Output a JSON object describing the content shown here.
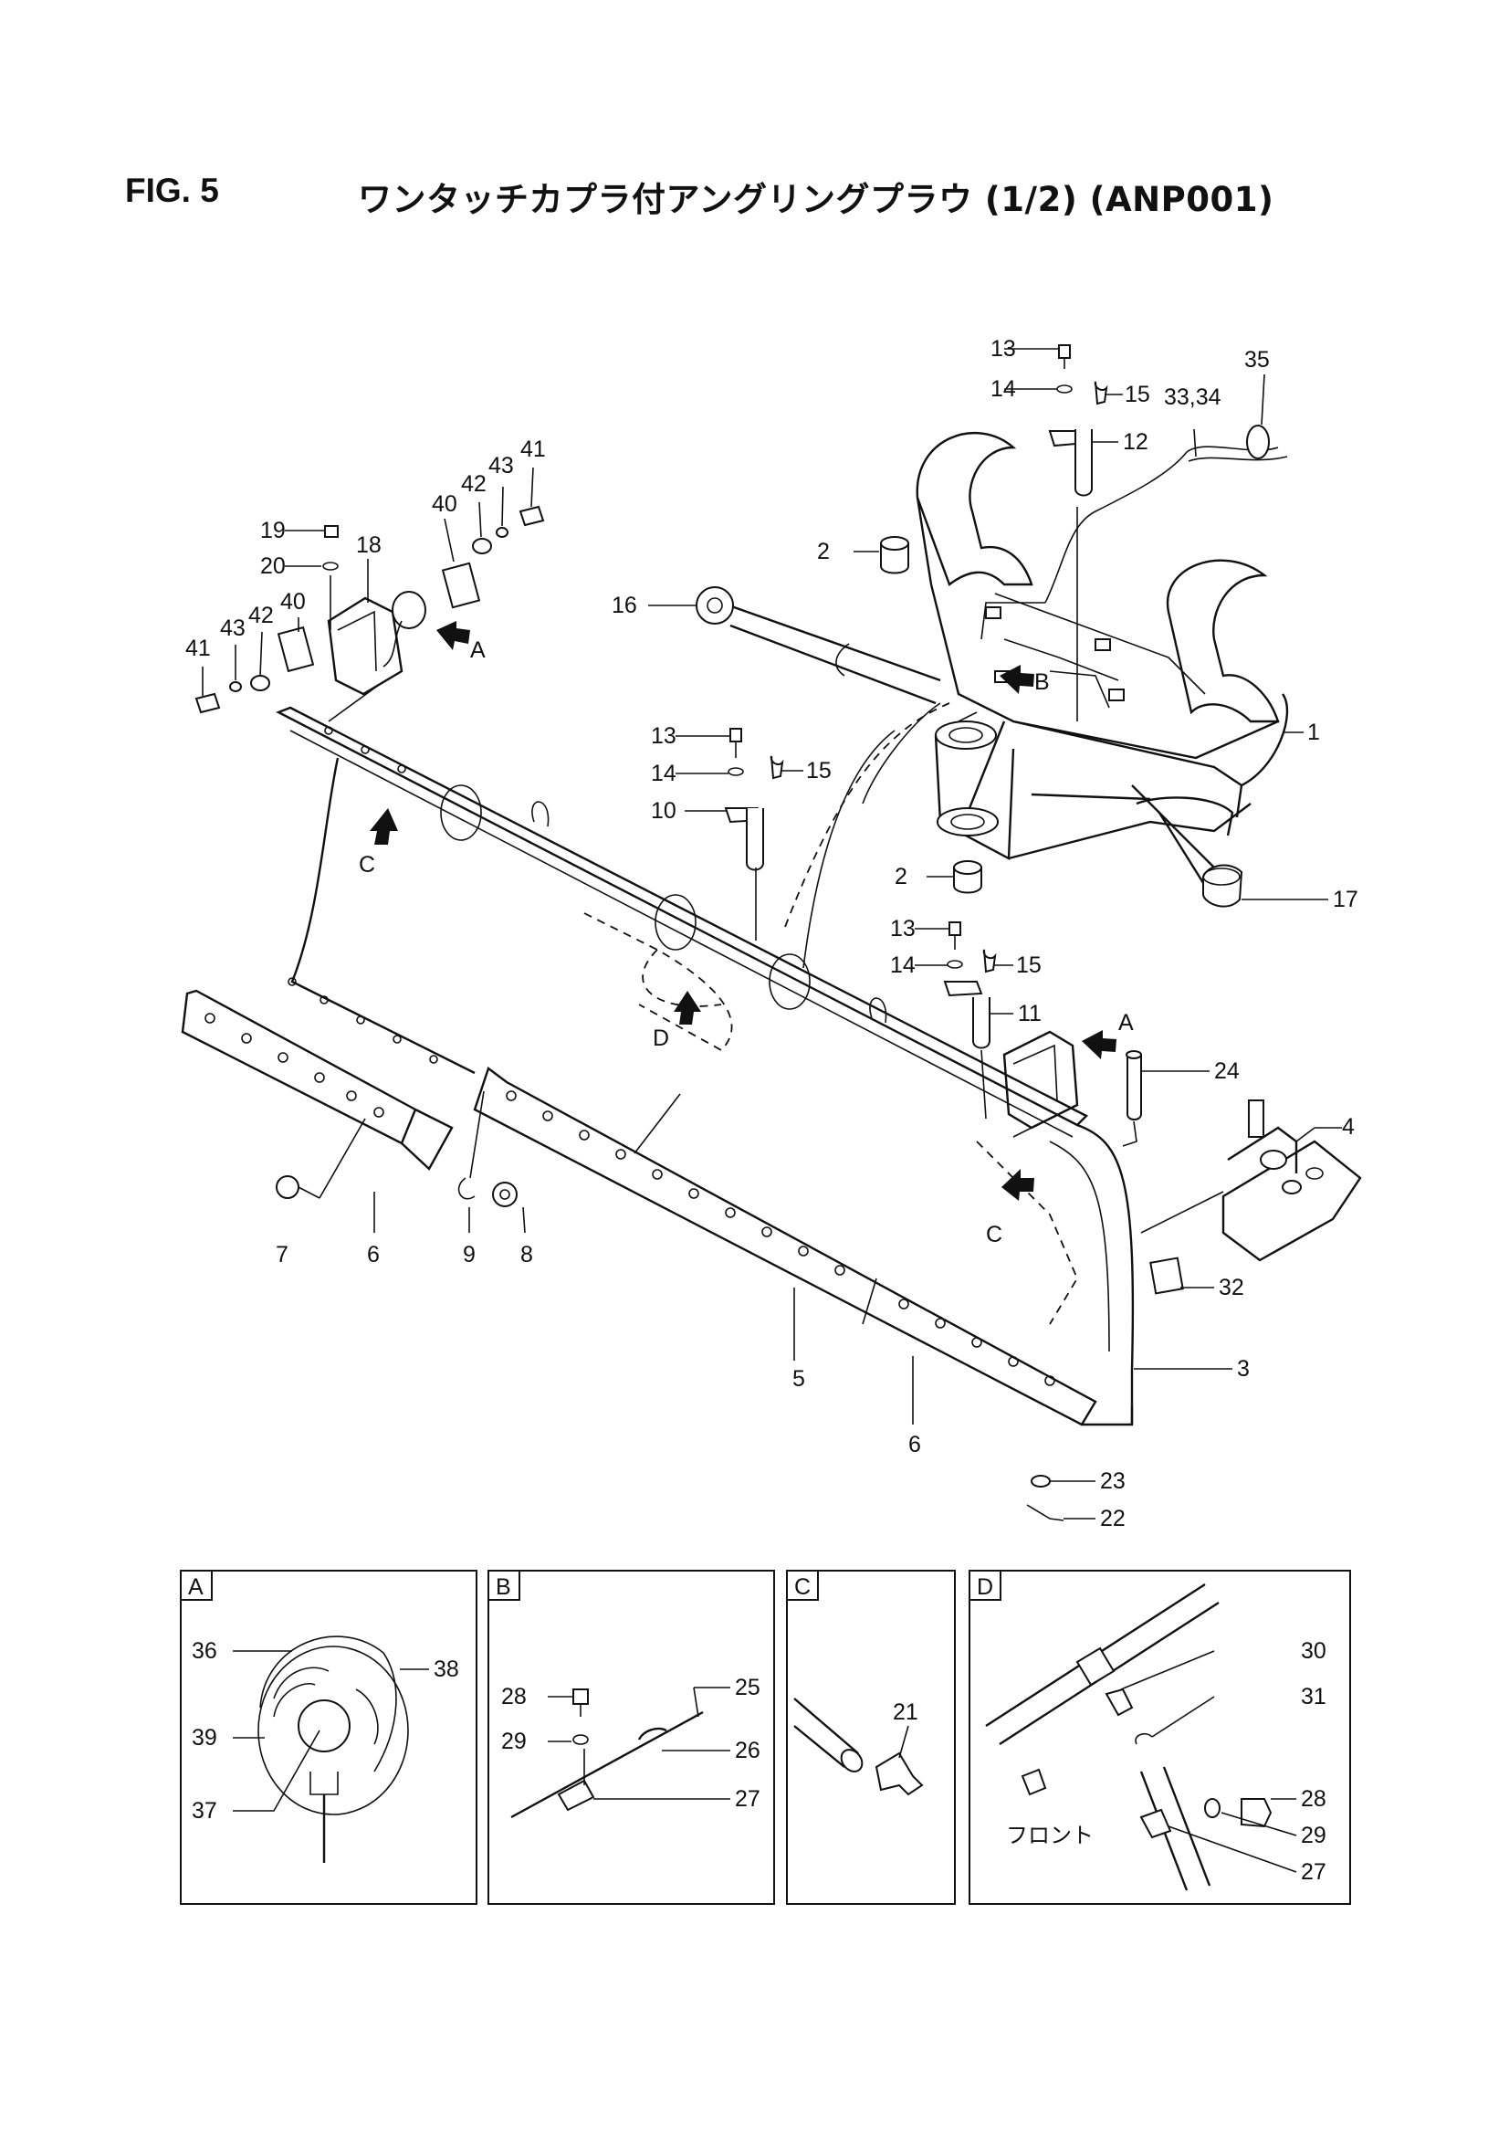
{
  "title": {
    "fig": "FIG. 5",
    "main": "ワンタッチカプラ付アングリングプラウ (1/2) (ANP001)"
  },
  "callouts": [
    {
      "id": "c1",
      "text": "1"
    },
    {
      "id": "c2a",
      "text": "2"
    },
    {
      "id": "c2b",
      "text": "2"
    },
    {
      "id": "c3",
      "text": "3"
    },
    {
      "id": "c4",
      "text": "4"
    },
    {
      "id": "c5",
      "text": "5"
    },
    {
      "id": "c6a",
      "text": "6"
    },
    {
      "id": "c6b",
      "text": "6"
    },
    {
      "id": "c7",
      "text": "7"
    },
    {
      "id": "c8",
      "text": "8"
    },
    {
      "id": "c9",
      "text": "9"
    },
    {
      "id": "c10",
      "text": "10"
    },
    {
      "id": "c11",
      "text": "11"
    },
    {
      "id": "c12",
      "text": "12"
    },
    {
      "id": "c13a",
      "text": "13"
    },
    {
      "id": "c13b",
      "text": "13"
    },
    {
      "id": "c13c",
      "text": "13"
    },
    {
      "id": "c14a",
      "text": "14"
    },
    {
      "id": "c14b",
      "text": "14"
    },
    {
      "id": "c14c",
      "text": "14"
    },
    {
      "id": "c15a",
      "text": "15"
    },
    {
      "id": "c15b",
      "text": "15"
    },
    {
      "id": "c15c",
      "text": "15"
    },
    {
      "id": "c16",
      "text": "16"
    },
    {
      "id": "c17",
      "text": "17"
    },
    {
      "id": "c18",
      "text": "18"
    },
    {
      "id": "c19",
      "text": "19"
    },
    {
      "id": "c20",
      "text": "20"
    },
    {
      "id": "c22",
      "text": "22"
    },
    {
      "id": "c23",
      "text": "23"
    },
    {
      "id": "c24",
      "text": "24"
    },
    {
      "id": "c32",
      "text": "32"
    },
    {
      "id": "c3334",
      "text": "33,34"
    },
    {
      "id": "c35",
      "text": "35"
    },
    {
      "id": "c40a",
      "text": "40"
    },
    {
      "id": "c40b",
      "text": "40"
    },
    {
      "id": "c41a",
      "text": "41"
    },
    {
      "id": "c41b",
      "text": "41"
    },
    {
      "id": "c42a",
      "text": "42"
    },
    {
      "id": "c42b",
      "text": "42"
    },
    {
      "id": "c43a",
      "text": "43"
    },
    {
      "id": "c43b",
      "text": "43"
    }
  ],
  "view_arrows": [
    {
      "id": "vA1",
      "text": "A"
    },
    {
      "id": "vA2",
      "text": "A"
    },
    {
      "id": "vB",
      "text": "B"
    },
    {
      "id": "vC1",
      "text": "C"
    },
    {
      "id": "vC2",
      "text": "C"
    },
    {
      "id": "vD",
      "text": "D"
    }
  ],
  "details": {
    "A": {
      "label": "A",
      "callouts": [
        "36",
        "38",
        "39",
        "37"
      ]
    },
    "B": {
      "label": "B",
      "callouts": [
        "25",
        "28",
        "29",
        "26",
        "27"
      ]
    },
    "C": {
      "label": "C",
      "callouts": [
        "21"
      ]
    },
    "D": {
      "label": "D",
      "callouts": [
        "30",
        "31",
        "28",
        "29",
        "27"
      ],
      "front_label": "フロント"
    }
  }
}
